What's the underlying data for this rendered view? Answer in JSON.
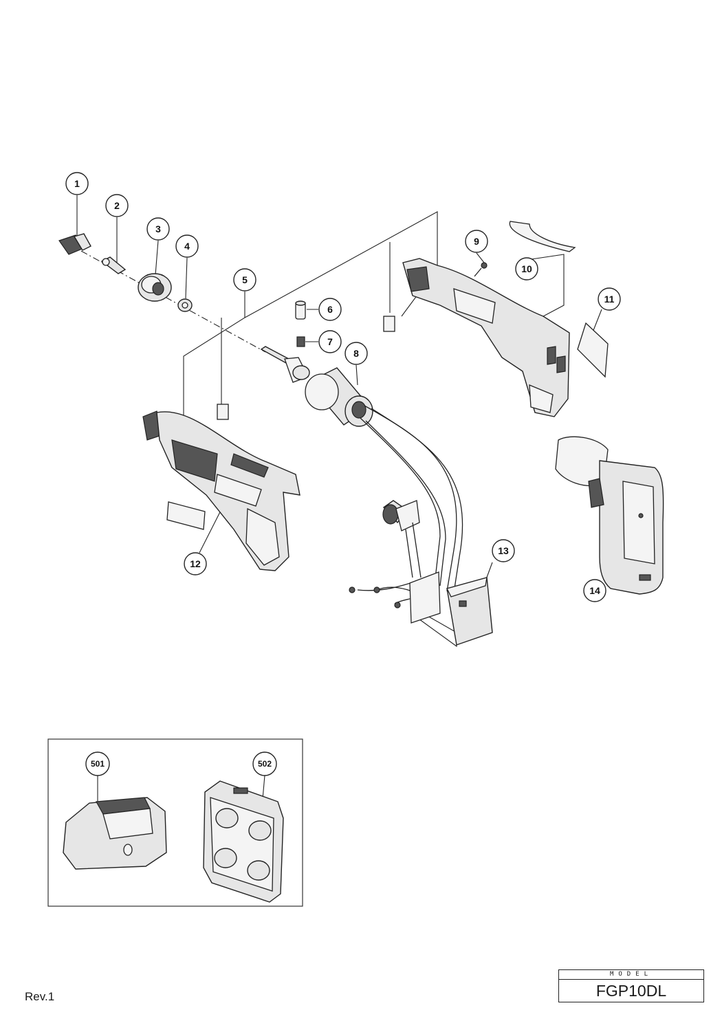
{
  "callouts": [
    {
      "id": "p1",
      "label": "1"
    },
    {
      "id": "p2",
      "label": "2"
    },
    {
      "id": "p3",
      "label": "3"
    },
    {
      "id": "p4",
      "label": "4"
    },
    {
      "id": "p5",
      "label": "5"
    },
    {
      "id": "p6",
      "label": "6"
    },
    {
      "id": "p7",
      "label": "7"
    },
    {
      "id": "p8",
      "label": "8"
    },
    {
      "id": "p9",
      "label": "9"
    },
    {
      "id": "p10",
      "label": "10"
    },
    {
      "id": "p11",
      "label": "11"
    },
    {
      "id": "p12",
      "label": "12"
    },
    {
      "id": "p13",
      "label": "13"
    },
    {
      "id": "p14",
      "label": "14"
    },
    {
      "id": "p501",
      "label": "501"
    },
    {
      "id": "p502",
      "label": "502"
    }
  ],
  "footer": {
    "revision": "Rev.1",
    "model_caption": "MODEL",
    "model_value": "FGP10DL"
  }
}
